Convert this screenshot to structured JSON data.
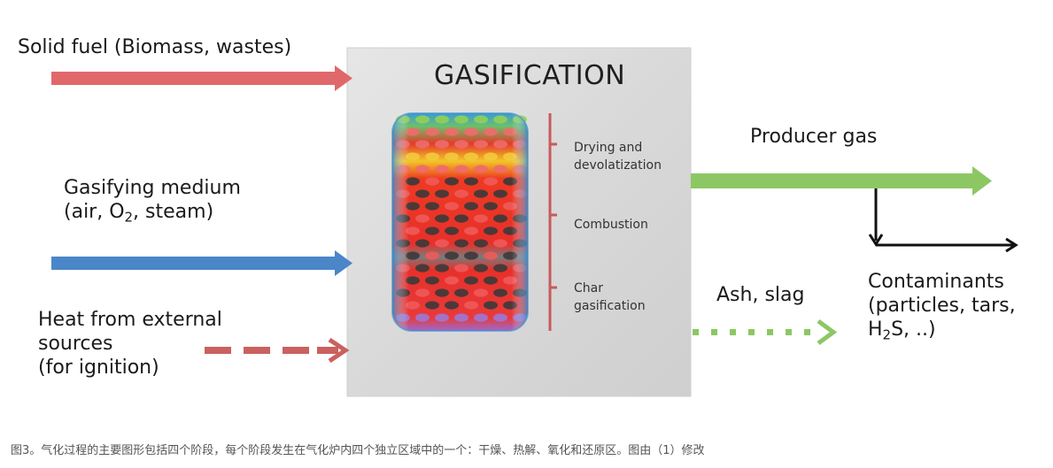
{
  "title": "GASIFICATION",
  "inputs": {
    "solid_fuel": "Solid fuel (Biomass, wastes)",
    "medium_line1": "Gasifying medium",
    "medium_line2_pre": "(air, O",
    "medium_line2_sub": "2",
    "medium_line2_post": ", steam)",
    "heat_line1": "Heat from external",
    "heat_line2": "sources",
    "heat_line3": "(for ignition)"
  },
  "stages": {
    "drying_line1": "Drying and",
    "drying_line2": "devolatization",
    "combustion": "Combustion",
    "char_line1": "Char",
    "char_line2": "gasification"
  },
  "outputs": {
    "producer_gas": "Producer gas",
    "ash": "Ash, slag",
    "contaminants_line1": "Contaminants",
    "contaminants_line2": "(particles, tars,",
    "contaminants_line3_pre": "H",
    "contaminants_line3_sub": "2",
    "contaminants_line3_post": "S, ..)"
  },
  "caption": "图3。气化过程的主要图形包括四个阶段，每个阶段发生在气化炉内四个独立区域中的一个：干燥、热解、氧化和还原区。图由（1）修改",
  "colors": {
    "solid_fuel_arrow": "#e0686b",
    "medium_arrow": "#4a86c8",
    "heat_arrow": "#c9615f",
    "gas_arrow": "#8dc764",
    "ash_arrow": "#8dc764",
    "panel": "#dcdcdc",
    "stage_bracket": "#c85a5a"
  }
}
